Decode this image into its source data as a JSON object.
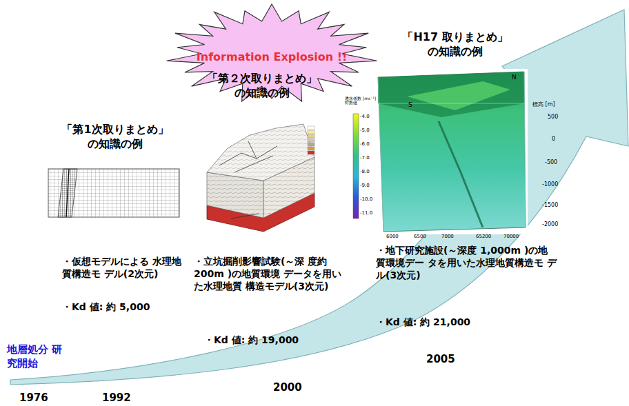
{
  "diagram": {
    "nodes": [
      {
        "text": [
          "Information Explosion !!"
        ]
      }
    ],
    "labels": [
      "「H17 取りまとめ」 の知識の例",
      "「第２次取りまとめ」 の知識の例",
      "「第1次取りまとめ」 の知識の例",
      "・仮想モデルによる 水理地質構造モ デル(2次元)",
      "・Kd 値: 約 5,000",
      "・立坑掘削影響試験(～深 度約 200m )の地質環境 データを用いた水理地質 構造モデル(3次元)",
      "・Kd 値: 約 19,000",
      "・地下研究施設(～深度 1,000m )の地質環境デー タを用いた水理地質構造モ デル(3次元)",
      "・Kd 値: 約 21,000",
      "地層処分 研究開始",
      "1976",
      "1992",
      "2000",
      "2005",
      "N",
      "S",
      "標高 [m]",
      "500",
      "0",
      "-500",
      "-1000",
      "-1500",
      "-2000",
      "透水係数 [ms⁻¹] 対数値",
      "-4.0",
      "-5.0",
      "-6.0",
      "-7.0",
      "-8.0",
      "-9.0",
      "-10.0",
      "-11.0",
      "6000",
      "6500",
      "7000",
      "65200",
      "70000"
    ]
  }
}
